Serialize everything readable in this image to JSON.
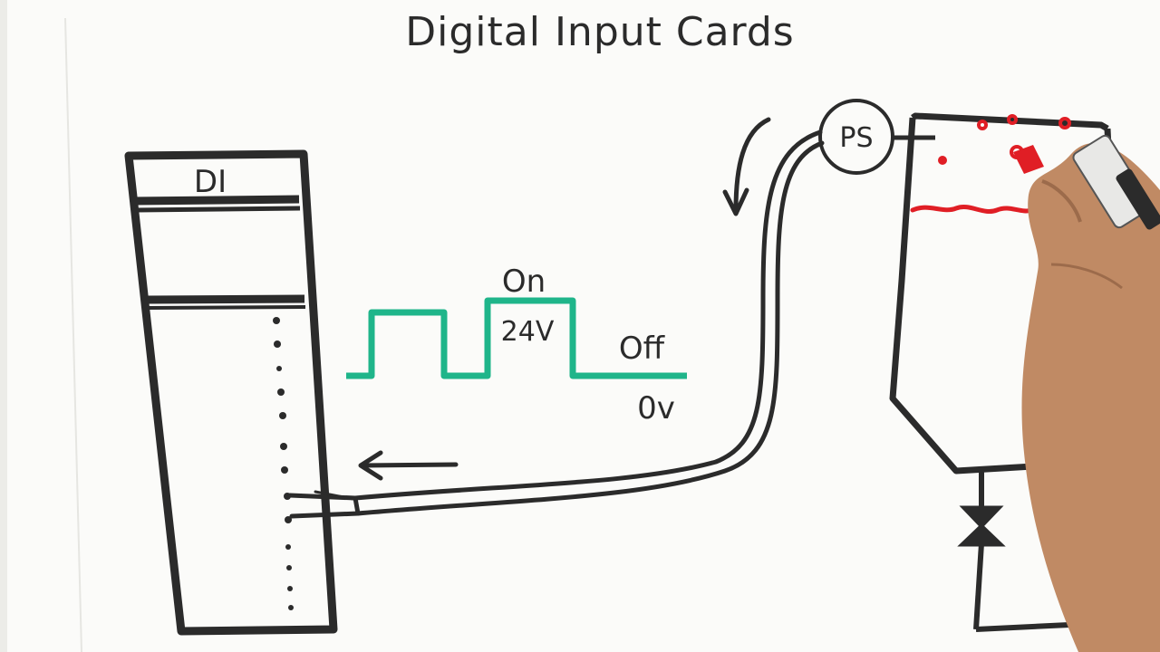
{
  "title": "Digital Input Cards",
  "card": {
    "label": "DI"
  },
  "signal": {
    "on_label": "On",
    "voltage_on_label": "24V",
    "off_label": "Off",
    "voltage_off_label": "0v",
    "color": "#1fb58a"
  },
  "sensor": {
    "label": "PS"
  },
  "colors": {
    "ink": "#2b2b2b",
    "liquid_red": "#e01e25",
    "board": "#fbfbf9"
  },
  "icons": {
    "card_arrow": "arrow-left-icon",
    "flow_arrow": "curved-arrow-down-icon",
    "valve": "valve-icon"
  }
}
